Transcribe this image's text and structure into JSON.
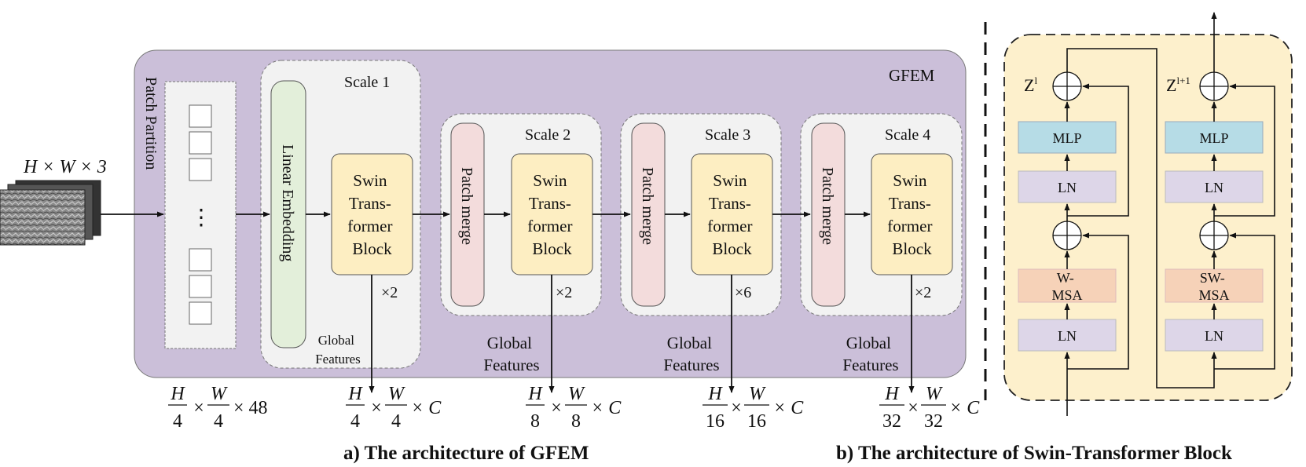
{
  "input": {
    "dims": "H × W × 3"
  },
  "gfem": {
    "title": "GFEM",
    "patch_partition": "Patch Partition",
    "ellipsis": "⋮",
    "linear_embedding": "Linear Embedding",
    "patch_merge": "Patch merge",
    "swin_lines": [
      "Swin",
      "Trans-",
      "former",
      "Block"
    ],
    "scales": [
      {
        "label": "Scale 1",
        "repeat": "×2",
        "global": [
          "Global",
          "Features"
        ]
      },
      {
        "label": "Scale 2",
        "repeat": "×2",
        "global": [
          "Global",
          "Features"
        ]
      },
      {
        "label": "Scale 3",
        "repeat": "×6",
        "global": [
          "Global",
          "Features"
        ]
      },
      {
        "label": "Scale 4",
        "repeat": "×2",
        "global": [
          "Global",
          "Features"
        ]
      }
    ],
    "outputs": [
      {
        "n1": "H",
        "d1": "4",
        "n2": "W",
        "d2": "4",
        "tail": "× 48"
      },
      {
        "n1": "H",
        "d1": "4",
        "n2": "W",
        "d2": "4",
        "tail": "× C"
      },
      {
        "n1": "H",
        "d1": "8",
        "n2": "W",
        "d2": "8",
        "tail": "× C"
      },
      {
        "n1": "H",
        "d1": "16",
        "n2": "W",
        "d2": "16",
        "tail": "× C"
      },
      {
        "n1": "H",
        "d1": "32",
        "n2": "W",
        "d2": "32",
        "tail": "× C"
      }
    ],
    "times": "×"
  },
  "swin_block": {
    "z_left_base": "Z",
    "z_left_sup": "l",
    "z_right_base": "Z",
    "z_right_sup": "l+1",
    "mlp": "MLP",
    "ln": "LN",
    "wmsa": [
      "W-",
      "MSA"
    ],
    "swmsa": [
      "SW-",
      "MSA"
    ]
  },
  "captions": {
    "a": "a) The architecture of GFEM",
    "b": "b) The architecture of Swin-Transformer Block"
  },
  "colors": {
    "gfem_bg": "#cbbfd9",
    "scale_bg": "#f2f2f2",
    "swin_fill": "#fdeec2",
    "embed_fill": "#e3efda",
    "merge_fill": "#f3dcdc",
    "block_bg": "#fdf0cc",
    "mlp_fill": "#b6dce6",
    "ln_fill": "#ddd6e8",
    "msa_fill": "#f6d2b8"
  }
}
